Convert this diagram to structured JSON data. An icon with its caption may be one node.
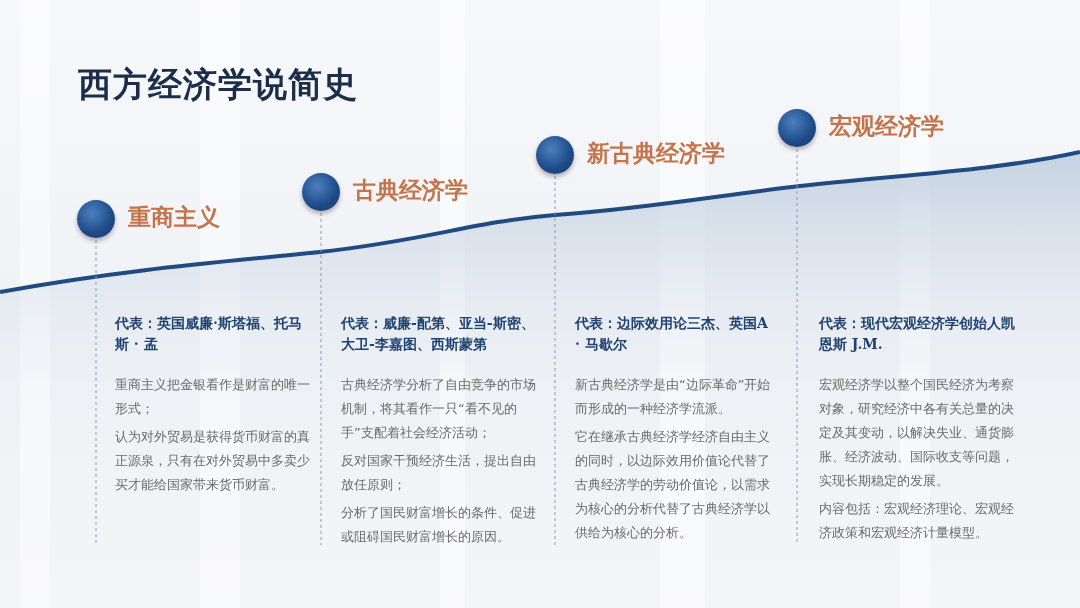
{
  "diagram": {
    "title": "西方经济学说简史",
    "nodes": [
      {
        "text": [],
        "shape": "circle",
        "beside": [
          "重商主义",
          "代表：英国威廉·斯塔福、托马斯 · 孟",
          "重商主义把金银看作是财富的唯一形式；",
          "认为对外贸易是获得货币财富的真正源泉，只有在对外贸易中多卖少买才能给国家带来货币财富。"
        ]
      },
      {
        "text": [],
        "shape": "circle",
        "beside": [
          "古典经济学",
          "代表：威廉-配第、亚当-斯密、大卫-李嘉图、西斯蒙第",
          "古典经济学分析了自由竞争的市场机制，将其看作一只“看不见的手”支配着社会经济活动；",
          "反对国家干预经济生活，提出自由放任原则；",
          "分析了国民财富增长的条件、促进或阻碍国民财富增长的原因。"
        ]
      },
      {
        "text": [],
        "shape": "circle",
        "beside": [
          "新古典经济学",
          "代表：边际效用论三杰、英国A · 马歇尔",
          "新古典经济学是由“边际革命”开始而形成的一种经济学流派。",
          "它在继承古典经济学经济自由主义的同时，以边际效用价值论代替了古典经济学的劳动价值论，以需求为核心的分析代替了古典经济学以供给为核心的分析。"
        ]
      },
      {
        "text": [],
        "shape": "circle",
        "beside": [
          "宏观经济学",
          "代表：现代宏观经济学创始人凯恩斯 J.M.",
          "宏观经济学以整个国民经济为考察对象，研究经济中各有关总量的决定及其变动，以解决失业、通货膨胀、经济波动、国际收支等问题，实现长期稳定的发展。",
          "内容包括：宏观经济理论、宏观经济政策和宏观经济计量模型。"
        ]
      }
    ]
  }
}
